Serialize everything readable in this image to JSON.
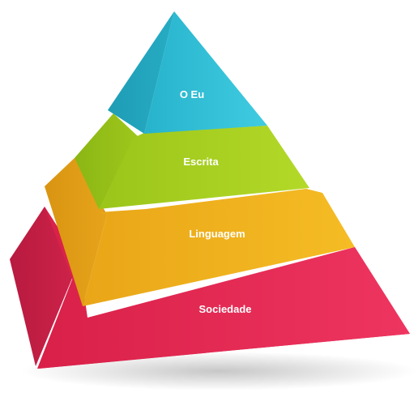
{
  "diagram": {
    "levels": [
      {
        "label": "O Eu",
        "color": "#2bbcd2"
      },
      {
        "label": "Escrita",
        "color": "#a8cf1e"
      },
      {
        "label": "Linguagem",
        "color": "#efaf1c"
      },
      {
        "label": "Sociedade",
        "color": "#e62b57"
      }
    ]
  }
}
